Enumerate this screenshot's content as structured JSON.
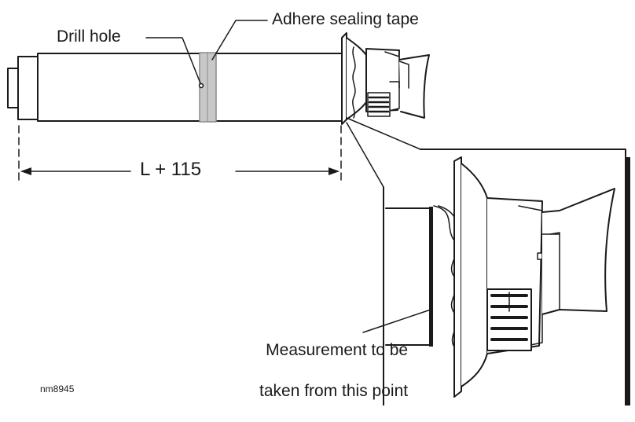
{
  "labels": {
    "drill_hole": "Drill hole",
    "sealing_tape": "Adhere sealing tape",
    "dimension": "L + 115",
    "measurement_line1": "Measurement to be",
    "measurement_line2": "taken from this point",
    "figure_code": "nm8945"
  },
  "colors": {
    "line": "#1a1a1a",
    "tape": "#c8c8c8",
    "background": "#ffffff"
  }
}
